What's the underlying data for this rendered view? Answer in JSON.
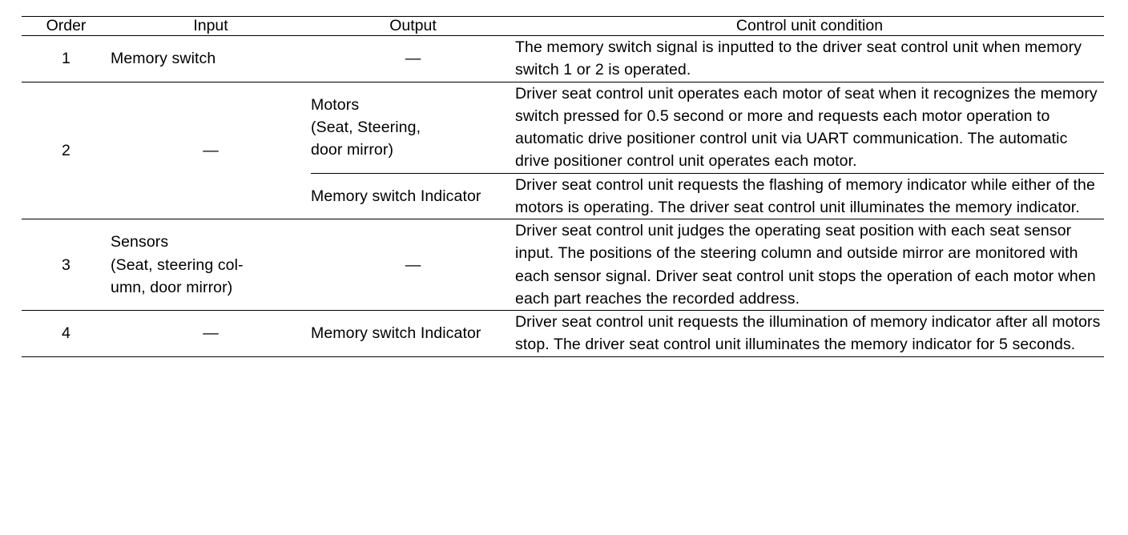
{
  "table": {
    "name": "memory-operation-sequence-table",
    "columns": [
      {
        "key": "order",
        "label": "Order"
      },
      {
        "key": "input",
        "label": "Input"
      },
      {
        "key": "output",
        "label": "Output"
      },
      {
        "key": "cond",
        "label": "Control unit condition"
      }
    ],
    "dash": "—",
    "rows": [
      {
        "order": "1",
        "input": "Memory switch",
        "output": "—",
        "condition": "The memory switch signal is inputted to the driver seat control unit when memory switch 1 or 2 is operated."
      },
      {
        "order": "2",
        "input": "—",
        "sub": [
          {
            "output": "Motors\n(Seat, Steering,\ndoor mirror)",
            "output_line1": "Motors",
            "output_line2": "(Seat, Steering,",
            "output_line3": "door mirror)",
            "condition": "Driver seat control unit operates each motor of seat when it recognizes the memory switch pressed for 0.5 second or more and requests each motor operation to automatic drive positioner control unit via UART communication. The automatic drive positioner control unit operates each motor."
          },
          {
            "output": "Memory switch Indicator",
            "condition": "Driver seat control unit requests the flashing of memory indicator while either of the motors is operating. The driver seat control unit illuminates the memory indicator."
          }
        ]
      },
      {
        "order": "3",
        "input_line1": "Sensors",
        "input_line2": "(Seat, steering col-",
        "input_line3": "umn, door mirror)",
        "input": "Sensors\n(Seat, steering column, door mirror)",
        "output": "—",
        "condition": "Driver seat control unit judges the operating seat position with each seat sensor input. The positions of the steering column and outside mirror are monitored with each sensor signal. Driver seat control unit stops the operation of each motor when each part reaches the recorded address."
      },
      {
        "order": "4",
        "input": "—",
        "output": "Memory switch Indicator",
        "condition": "Driver seat control unit requests the illumination of memory indicator after all motors stop. The driver seat control unit illuminates the memory indicator for 5 seconds."
      }
    ]
  }
}
